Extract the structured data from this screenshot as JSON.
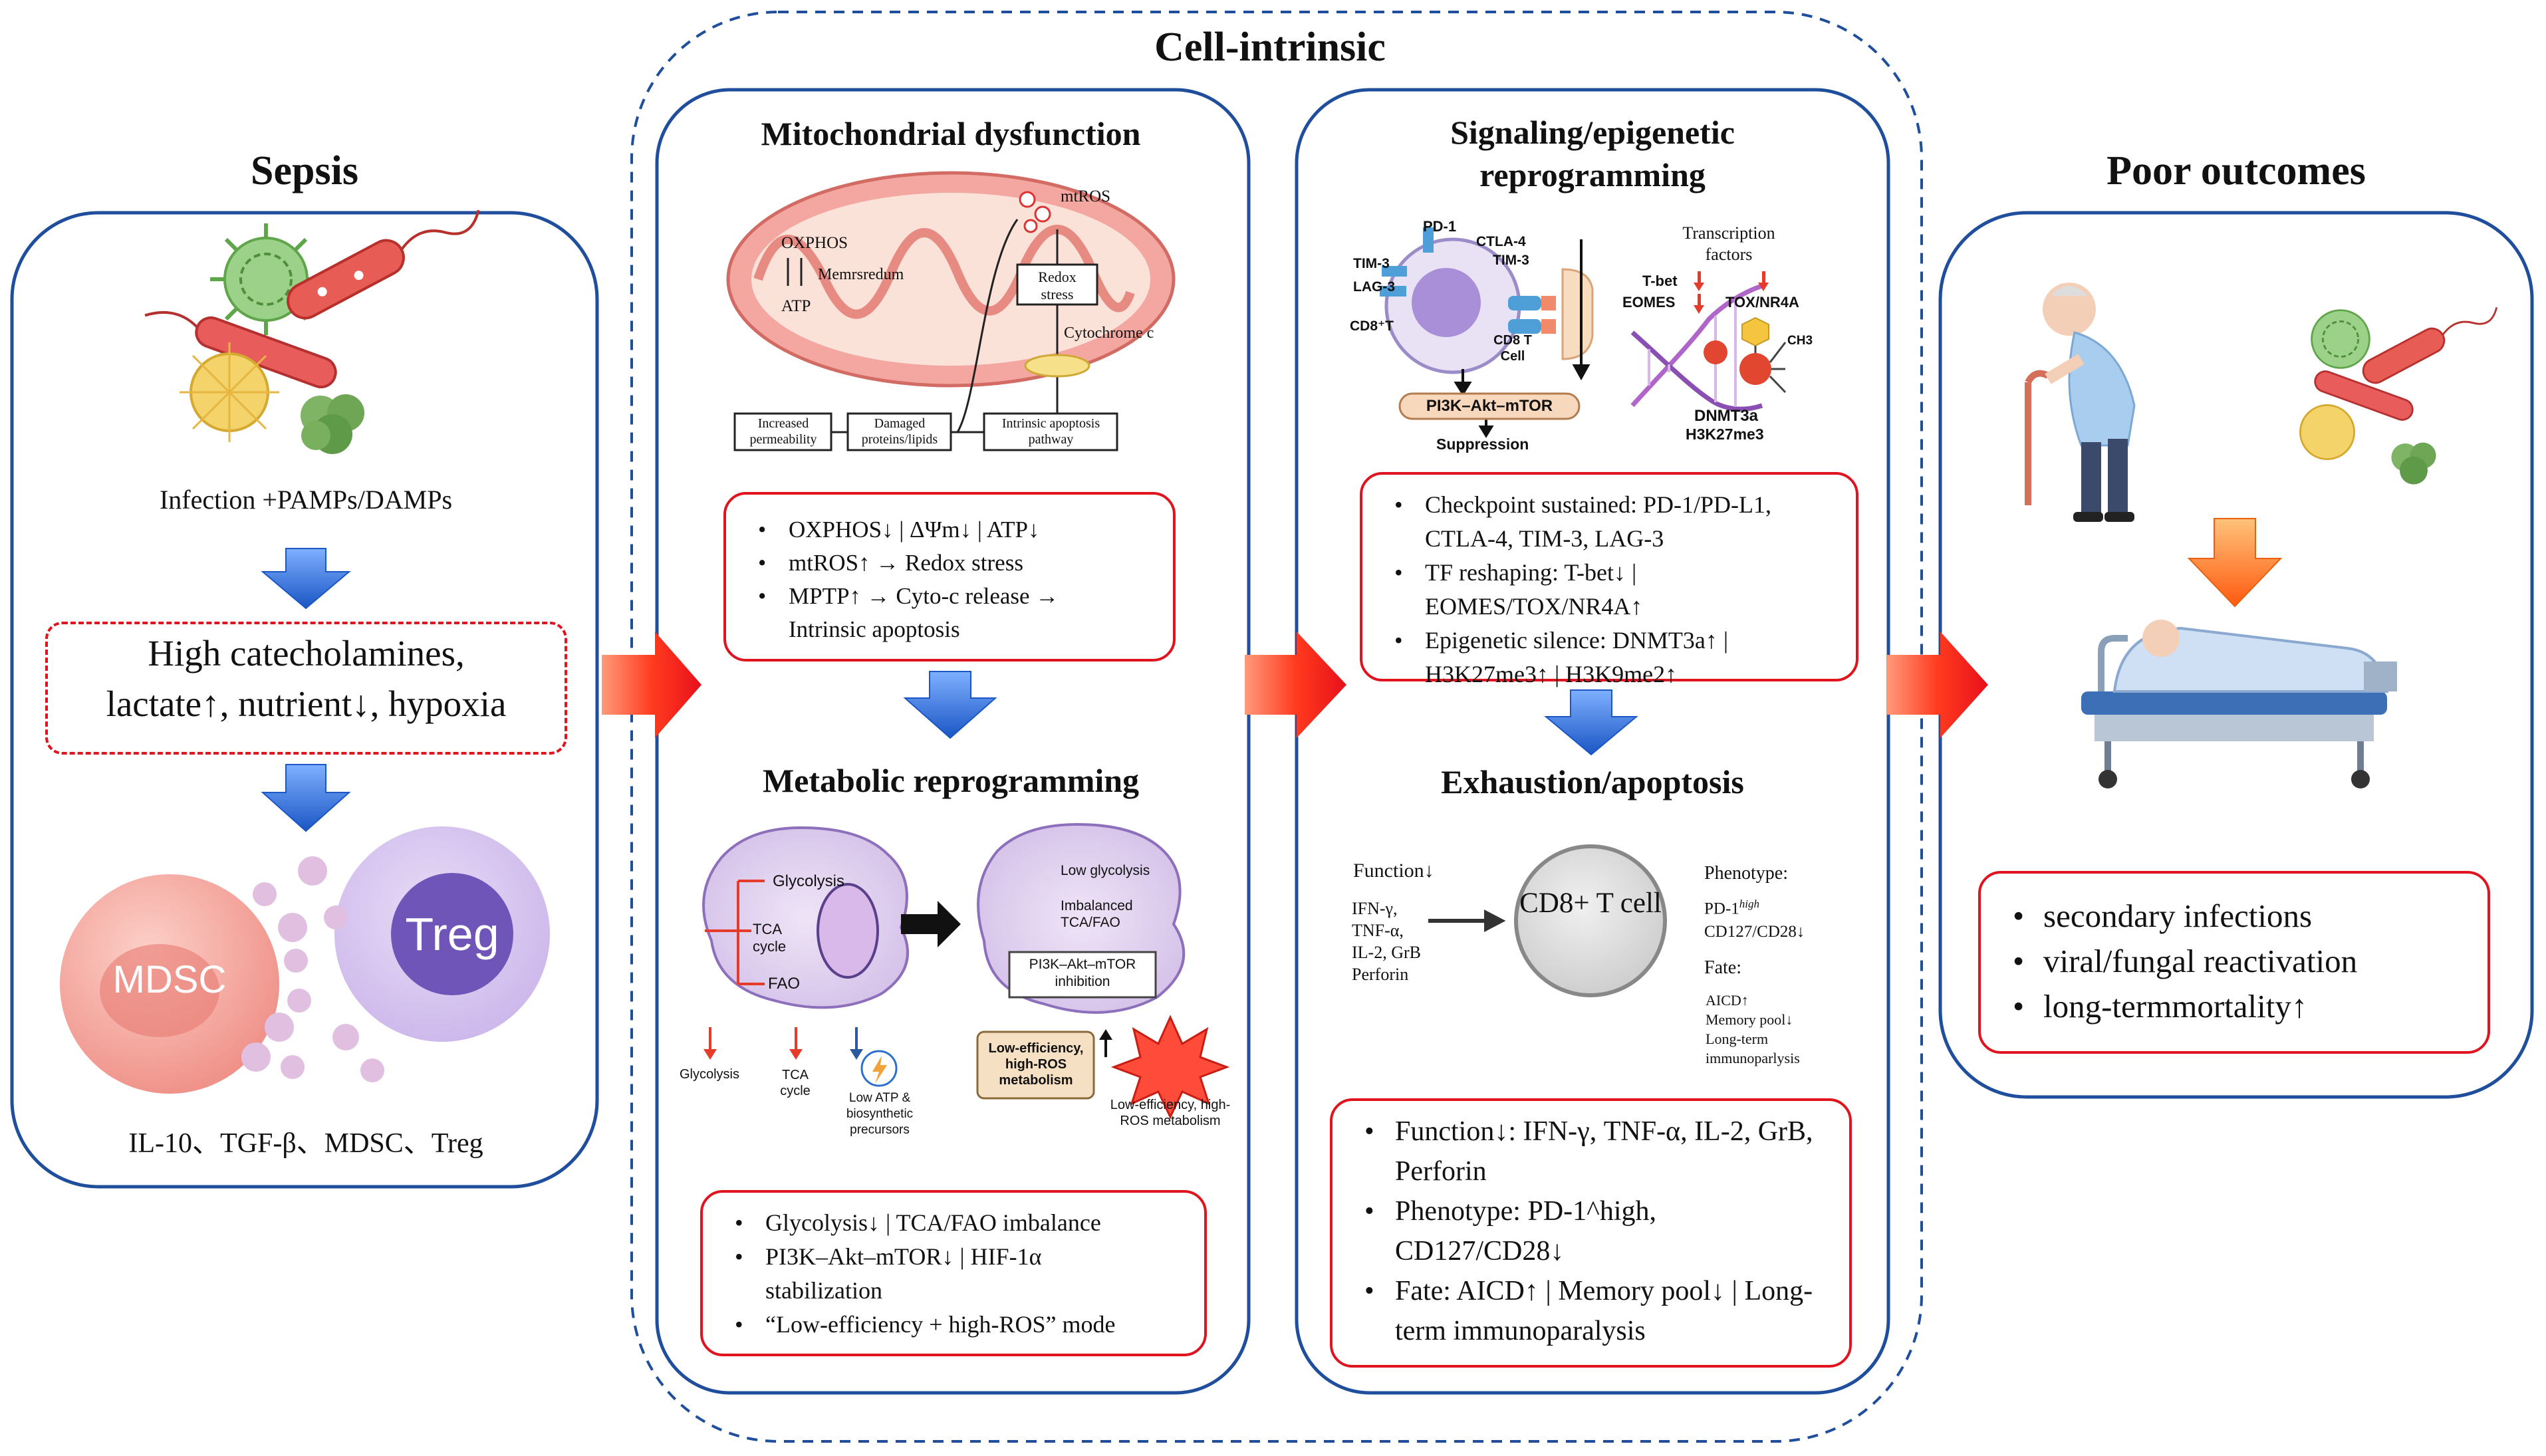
{
  "header": {
    "title": "Cell-intrinsic"
  },
  "sepsis": {
    "title": "Sepsis",
    "infection_caption": "Infection +PAMPs/DAMPs",
    "conditions_line1": "High catecholamines,",
    "conditions_line2": "lactate↑, nutrient↓, hypoxia",
    "mdsc_label": "MDSC",
    "treg_label": "Treg",
    "cytokines_caption": "IL-10、TGF-β、MDSC、Treg"
  },
  "mito": {
    "title": "Mitochondrial dysfunction",
    "fig": {
      "oxphos": "OXPHOS",
      "memrsredum": "Memrsredum",
      "atp": "ATP",
      "mtros": "mtROS",
      "redox": "Redox stress",
      "cytochrome": "Cytochrome c",
      "increased_perm": "Increased permeability",
      "damaged": "Damaged proteins/lipids",
      "intrinsic": "Intrinsic apoptosis pathway"
    },
    "bullets": [
      "OXPHOS↓ | ΔΨm↓ | ATP↓",
      "mtROS↑ → Redox stress",
      "MPTP↑ → Cyto-c release →",
      "Intrinsic apoptosis"
    ]
  },
  "metabolic": {
    "title": "Metabolic reprogramming",
    "fig": {
      "glycolysis": "Glycolysis",
      "tca": "TCA cycle",
      "fao": "FAO",
      "low_glycolysis": "Low glycolysis",
      "imbalanced": "Imbalanced TCA/FAO",
      "pi3k_inhibition": "PI3K–Akt–mTOR inhibition",
      "low_eff_box": "Low-efficiency, high-ROS metabolism",
      "glycolysis_small": "Glycolysis",
      "tca_small": "TCA cycle",
      "low_atp": "Low ATP & biosynthetic precursors",
      "low_eff_star": "Low-efficiency, high-ROS metabolism"
    },
    "bullets": [
      "Glycolysis↓ | TCA/FAO imbalance",
      "PI3K–Akt–mTOR↓ | HIF-1α stabilization",
      "“Low-efficiency + high-ROS” mode"
    ]
  },
  "signaling": {
    "title_line1": "Signaling/epigenetic",
    "title_line2": "reprogramming",
    "fig": {
      "pd1": "PD-1",
      "tim3": "TIM-3",
      "lag3": "LAG-3",
      "cd8t": "CD8⁺T",
      "ctla4": "CTLA-4",
      "tim3b": "TIM-3",
      "cd8_cell": "CD8 T Cell",
      "pi3k": "PI3K–Akt–mTOR",
      "suppression": "Suppression",
      "tf_title": "Transcription factors",
      "tbet": "T-bet",
      "eomes": "EOMES",
      "tox": "TOX/NR4A",
      "ch3": "CH3",
      "dnmt": "DNMT3a",
      "h3k": "H3K27me3"
    },
    "bullets": [
      "Checkpoint sustained: PD-1/PD-L1, CTLA-4, TIM-3, LAG-3",
      "TF reshaping: T-bet↓ | EOMES/TOX/NR4A↑",
      "Epigenetic silence: DNMT3a↑ | H3K27me3↑ | H3K9me2↑"
    ]
  },
  "exhaustion": {
    "title": "Exhaustion/apoptosis",
    "fig": {
      "function": "Function↓",
      "cytokines": [
        "IFN-γ,",
        "TNF-α,",
        "IL-2, GrB",
        "Perforin"
      ],
      "cell": "CD8+ T cell",
      "phenotype_label": "Phenotype:",
      "pd1_high": "PD-1",
      "high_sup": "high",
      "cd127": "CD127/CD28↓",
      "fate_label": "Fate:",
      "fate_items": [
        "AICD↑",
        "Memory pool↓",
        "Long-term",
        "immunoparlysis"
      ]
    },
    "bullets": [
      "Function↓: IFN-γ, TNF-α, IL-2, GrB, Perforin",
      "Phenotype: PD-1^high, CD127/CD28↓",
      "Fate: AICD↑ | Memory pool↓ | Long-term immunoparalysis"
    ]
  },
  "outcomes": {
    "title": "Poor outcomes",
    "bullets": [
      "secondary infections",
      "viral/fungal reactivation",
      "long-termmortality↑"
    ]
  },
  "colors": {
    "panel_border": "#1f4e9c",
    "red_border": "#e0141e",
    "blue_arrow": "#1d63c8",
    "red_arrow": "#ff3b1f",
    "orange_arrow": "#ff7a1a"
  },
  "icons": [
    "virus-icon",
    "bacteria-icon",
    "mitochondrion-icon",
    "t-cell-icon",
    "dna-icon",
    "elderly-person-icon",
    "hospital-bed-icon"
  ]
}
